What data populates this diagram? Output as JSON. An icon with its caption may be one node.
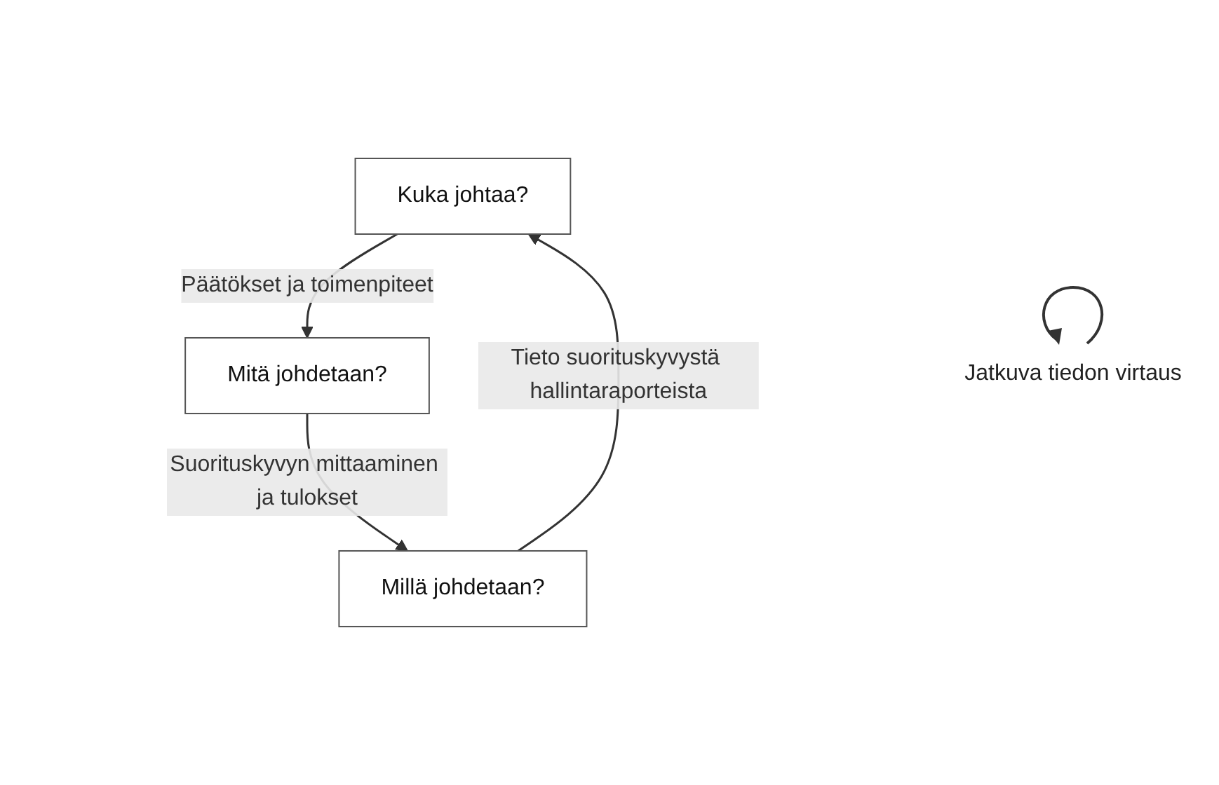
{
  "diagram": {
    "nodes": [
      {
        "text": [
          "Kuka johtaa?"
        ]
      },
      {
        "text": [
          "Millä johdetaan?"
        ]
      },
      {
        "text": [
          "Mitä johdetaan?"
        ]
      }
    ],
    "edges": [
      {
        "from": 1,
        "to": 0,
        "arrow": "to",
        "label": "Tieto suorituskyvystä hallintaraporteista"
      },
      {
        "from": 0,
        "to": 2,
        "arrow": "to",
        "label": "Päätökset ja toimenpiteet"
      },
      {
        "from": 2,
        "to": 1,
        "arrow": "to",
        "label": "Suorituskyvyn mittaaminen ja tulokset"
      }
    ],
    "labels": [
      "Jatkuva tiedon virtaus"
    ]
  }
}
